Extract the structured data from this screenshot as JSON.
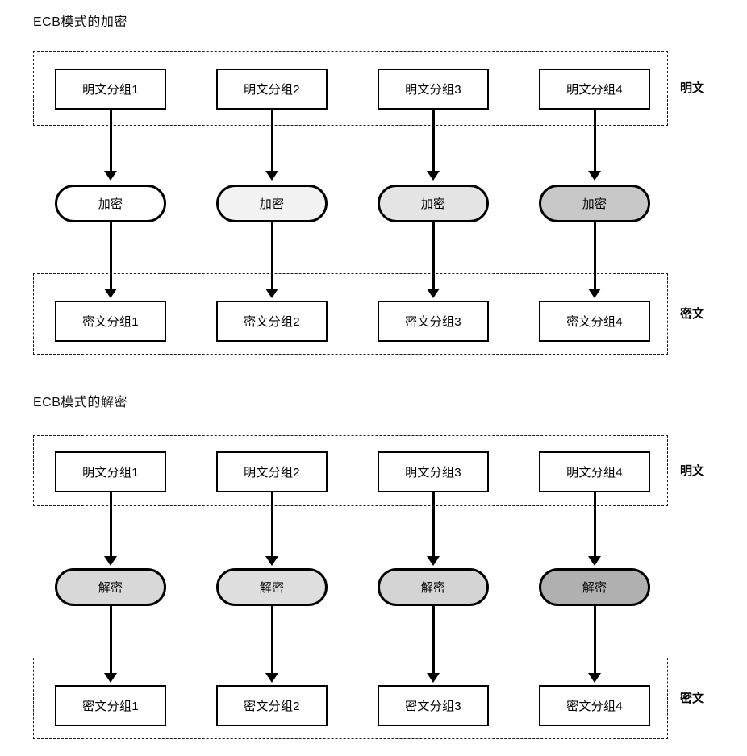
{
  "page": {
    "background": "#ffffff",
    "ink": "#000000"
  },
  "diagrams": [
    {
      "id": "ecb-encryption",
      "title": "ECB模式的加密",
      "input_band_label": "明文",
      "output_band_label": "密文",
      "input_blocks": [
        "明文分组1",
        "明文分组2",
        "明文分组3",
        "明文分组4"
      ],
      "process_nodes": [
        {
          "label": "加密",
          "fill": "#ffffff"
        },
        {
          "label": "加密",
          "fill": "#f2f2f2"
        },
        {
          "label": "加密",
          "fill": "#e4e4e4"
        },
        {
          "label": "加密",
          "fill": "#c8c8c8"
        }
      ],
      "output_blocks": [
        "密文分组1",
        "密文分组2",
        "密文分组3",
        "密文分组4"
      ]
    },
    {
      "id": "ecb-decryption",
      "title": "ECB模式的解密",
      "input_band_label": "明文",
      "output_band_label": "密文",
      "input_blocks": [
        "明文分组1",
        "明文分组2",
        "明文分组3",
        "明文分组4"
      ],
      "process_nodes": [
        {
          "label": "解密",
          "fill": "#d8d8d8"
        },
        {
          "label": "解密",
          "fill": "#dedede"
        },
        {
          "label": "解密",
          "fill": "#d4d4d4"
        },
        {
          "label": "解密",
          "fill": "#b0b0b0"
        }
      ],
      "output_blocks": [
        "密文分组1",
        "密文分组2",
        "密文分组3",
        "密文分组4"
      ]
    }
  ]
}
